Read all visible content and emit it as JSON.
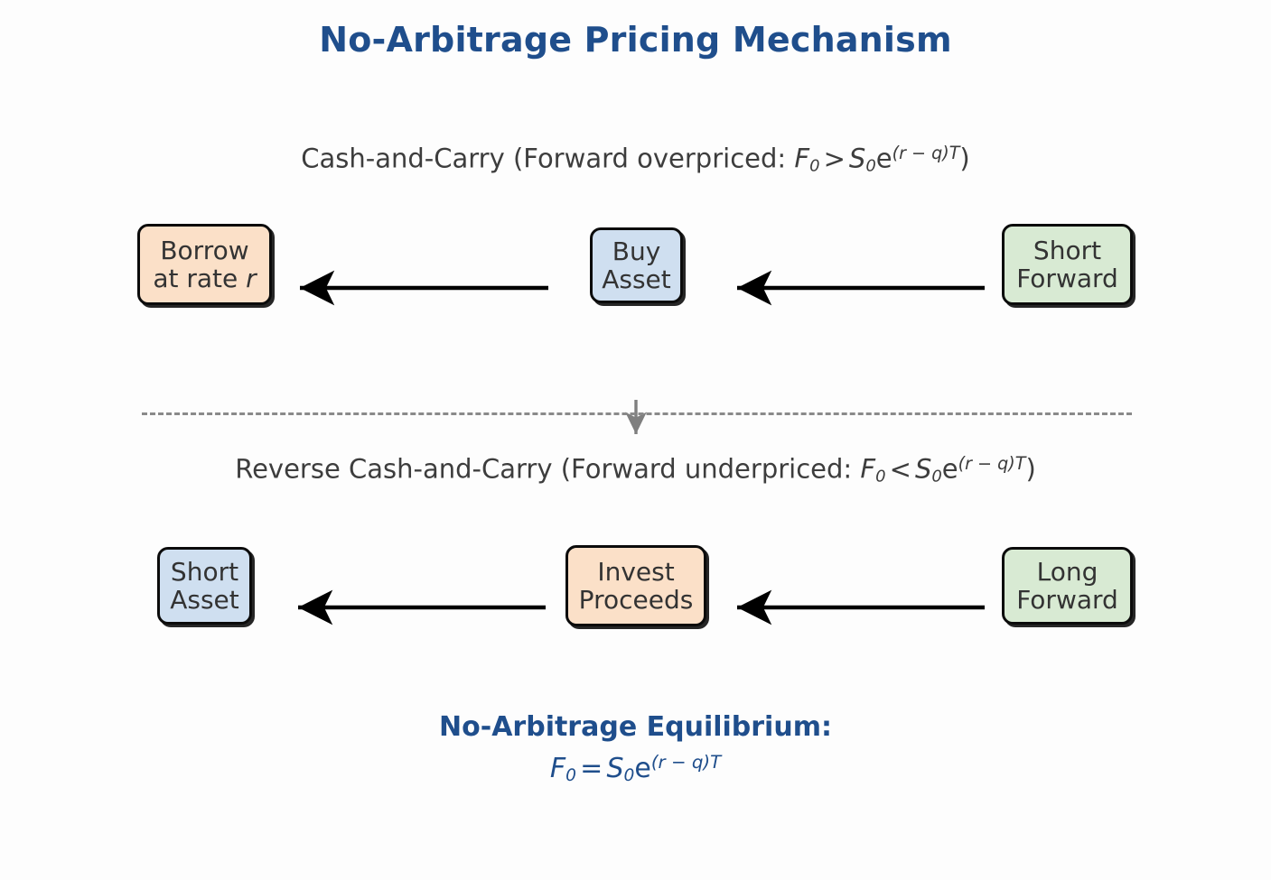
{
  "page": {
    "title": "No-Arbitrage Pricing Mechanism",
    "background_color": "#fdfdfd",
    "accent_color": "#1f4e8c",
    "text_color": "#3d3d3d"
  },
  "sections": {
    "top": {
      "caption_prefix": "Cash-and-Carry (Forward overpriced: ",
      "caption_suffix": ")",
      "formula": {
        "lhs_var": "F",
        "lhs_sub": "0",
        "relation": ">",
        "rhs_var": "S",
        "rhs_sub": "0",
        "exp_base": "e",
        "exponent": "(r − q)T"
      },
      "nodes": [
        {
          "name": "borrow",
          "line1": "Borrow",
          "line2": "at rate ",
          "line2_italic": "r",
          "fill": "#fbe0c8",
          "fill_name": "peach"
        },
        {
          "name": "buy-asset",
          "line1": "Buy",
          "line2": "Asset",
          "line2_italic": "",
          "fill": "#cfdff0",
          "fill_name": "blue"
        },
        {
          "name": "short-forward",
          "line1": "Short",
          "line2": "Forward",
          "line2_italic": "",
          "fill": "#d8ead3",
          "fill_name": "green"
        }
      ]
    },
    "bottom": {
      "caption_prefix": "Reverse Cash-and-Carry (Forward underpriced: ",
      "caption_suffix": ")",
      "formula": {
        "lhs_var": "F",
        "lhs_sub": "0",
        "relation": "<",
        "rhs_var": "S",
        "rhs_sub": "0",
        "exp_base": "e",
        "exponent": "(r − q)T"
      },
      "nodes": [
        {
          "name": "short-asset",
          "line1": "Short",
          "line2": "Asset",
          "line2_italic": "",
          "fill": "#cfdff0",
          "fill_name": "blue"
        },
        {
          "name": "invest-proceeds",
          "line1": "Invest",
          "line2": "Proceeds",
          "line2_italic": "",
          "fill": "#fbe0c8",
          "fill_name": "peach"
        },
        {
          "name": "long-forward",
          "line1": "Long",
          "line2": "Forward",
          "line2_italic": "",
          "fill": "#d8ead3",
          "fill_name": "green"
        }
      ]
    }
  },
  "divider": {
    "style": "dashed",
    "color": "#8a8a8a",
    "arrow_direction": "down"
  },
  "arrows": {
    "color": "#000000",
    "direction": "left",
    "count": 4
  },
  "conclusion": {
    "title": "No-Arbitrage Equilibrium:",
    "formula": {
      "lhs_var": "F",
      "lhs_sub": "0",
      "relation": "=",
      "rhs_var": "S",
      "rhs_sub": "0",
      "exp_base": "e",
      "exponent": "(r − q)T"
    }
  }
}
